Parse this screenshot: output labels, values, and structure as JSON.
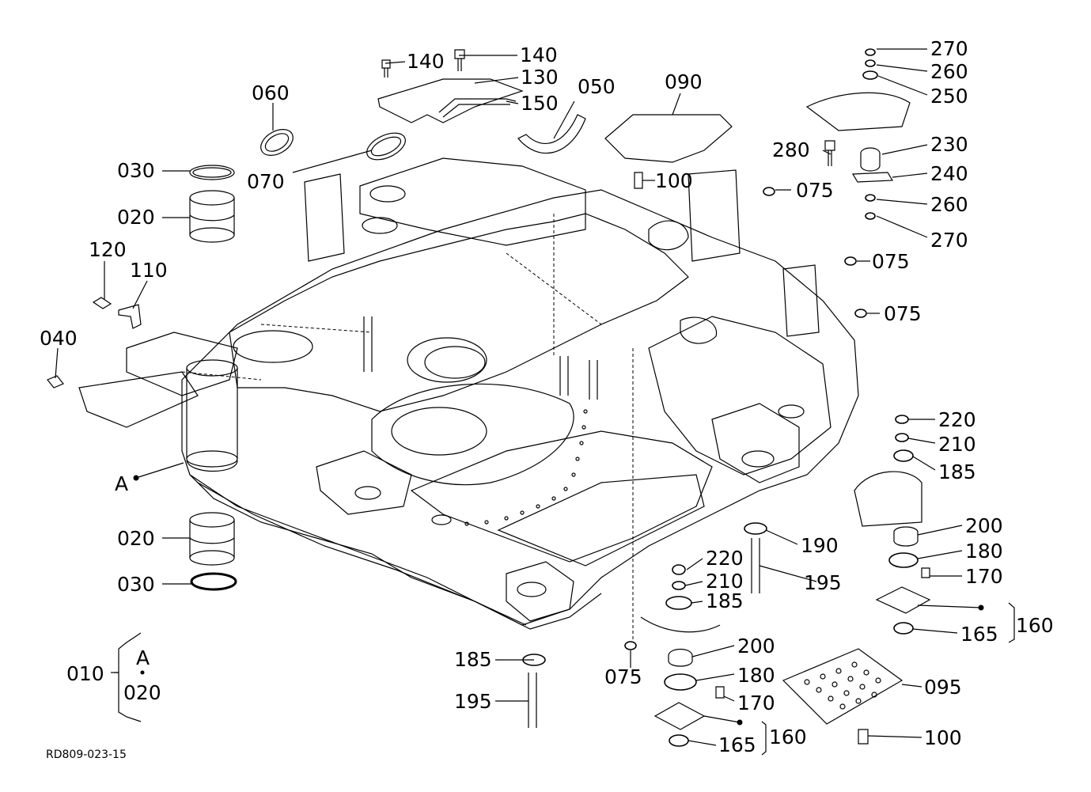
{
  "drawing_code": "RD809-023-15",
  "group_note": {
    "assembly": "010",
    "ref_a": "A",
    "ref_part": "020"
  },
  "callouts": {
    "c140a": "140",
    "c140b": "140",
    "c130": "130",
    "c150": "150",
    "c050": "050",
    "c090": "090",
    "c060": "060",
    "c070": "070",
    "c030a": "030",
    "c020a": "020",
    "c120": "120",
    "c110": "110",
    "c040": "040",
    "cA": "A",
    "c020b": "020",
    "c030b": "030",
    "c100a": "100",
    "c280": "280",
    "c075a": "075",
    "c270a": "270",
    "c260a": "260",
    "c250": "250",
    "c230": "230",
    "c240": "240",
    "c260b": "260",
    "c270b": "270",
    "c075b": "075",
    "c075c": "075",
    "c220a": "220",
    "c210a": "210",
    "c185a": "185",
    "c200a": "200",
    "c180a": "180",
    "c170a": "170",
    "c160a": "160",
    "c165a": "165",
    "c190": "190",
    "c195a": "195",
    "c220b": "220",
    "c210b": "210",
    "c185b": "185",
    "c185c": "185",
    "c195b": "195",
    "c075d": "075",
    "c200b": "200",
    "c180b": "180",
    "c170b": "170",
    "c160b": "160",
    "c165b": "165",
    "c095": "095",
    "c100b": "100"
  }
}
